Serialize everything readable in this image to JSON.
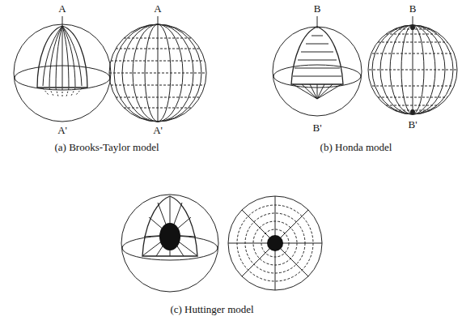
{
  "diagram": {
    "labels": [
      "A",
      "A'",
      "A",
      "A'",
      "(a) Brooks-Taylor model",
      "B",
      "B'",
      "B",
      "B'",
      "(b) Honda model",
      "(c) Huttinger model"
    ]
  }
}
